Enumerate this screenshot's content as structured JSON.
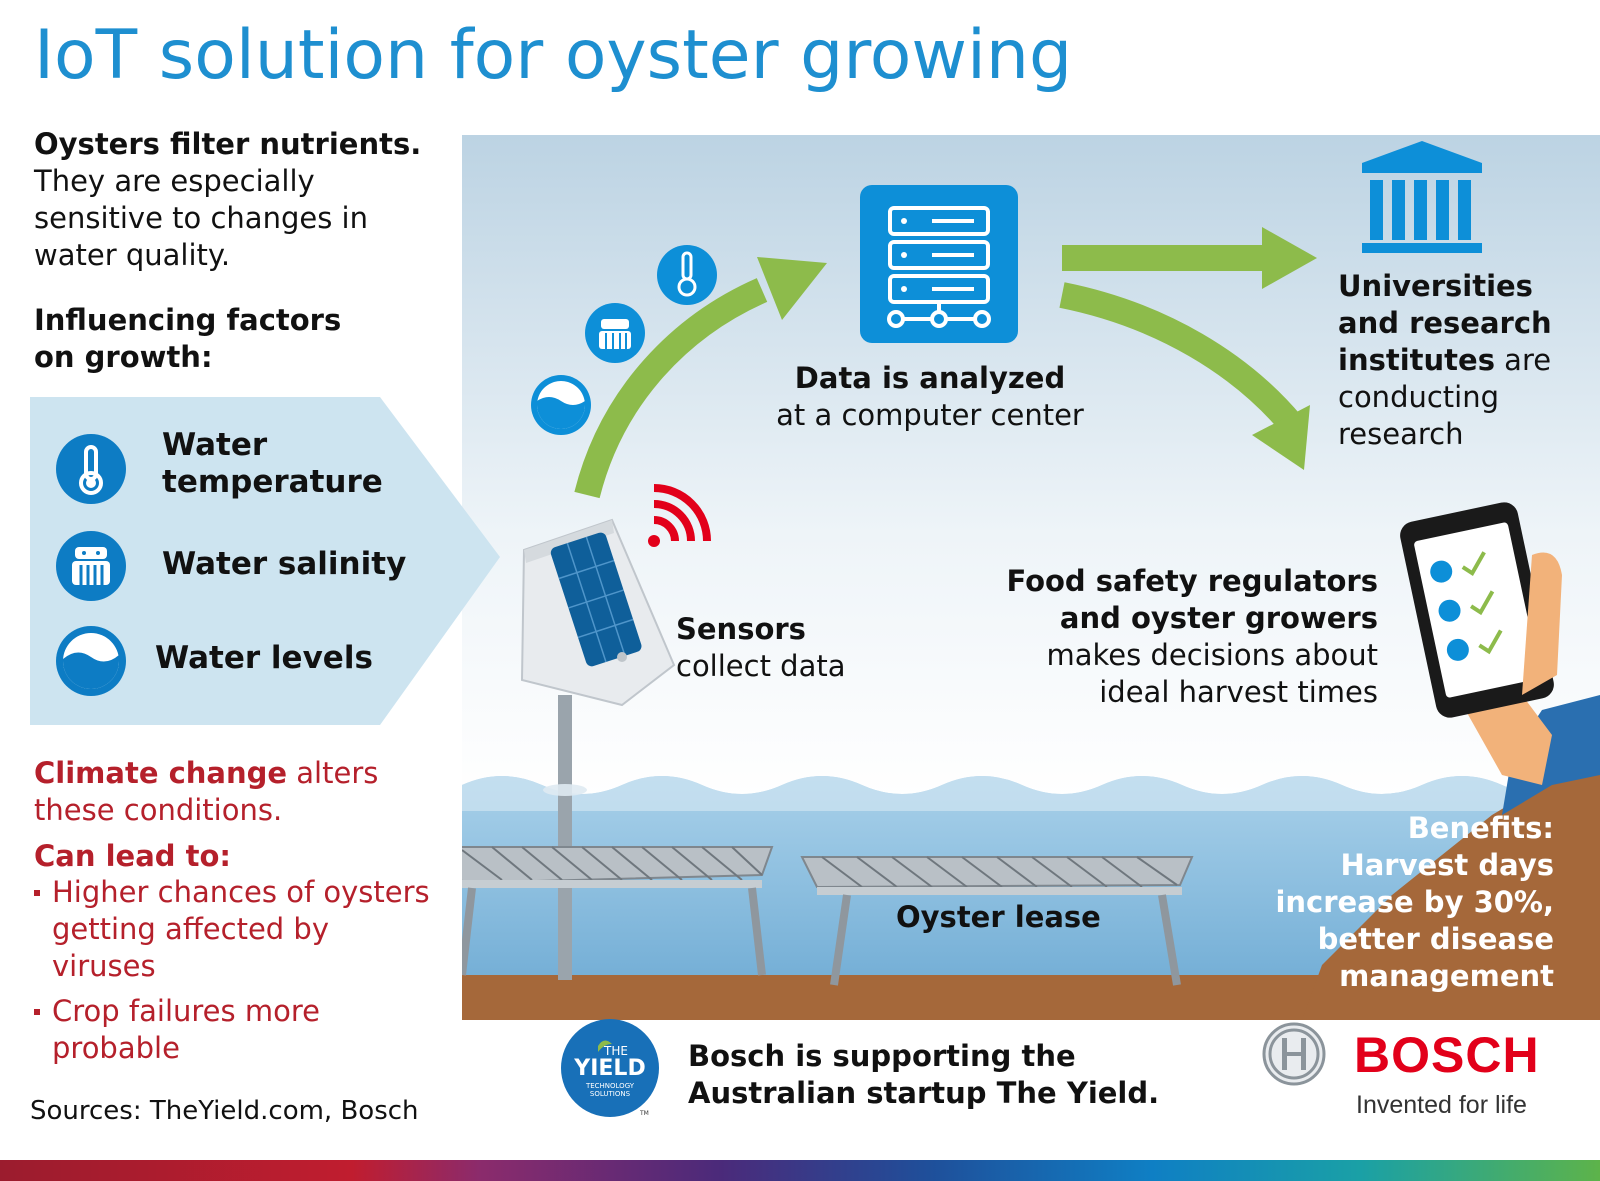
{
  "title": "IoT solution for oyster growing",
  "intro": {
    "heading": "Oysters filter nutrients.",
    "body_line1": "They are especially",
    "body_line2": "sensitive to changes in",
    "body_line3": "water quality."
  },
  "factors": {
    "heading_line1": "Influencing factors",
    "heading_line2": "on growth:",
    "items": [
      {
        "label_line1": "Water",
        "label_line2": "temperature",
        "icon": "thermometer-icon"
      },
      {
        "label_line1": "Water salinity",
        "icon": "salinity-icon"
      },
      {
        "label_line1": "Water levels",
        "icon": "water-level-icon"
      }
    ]
  },
  "climate": {
    "bold": "Climate change",
    "rest_line1": " alters",
    "line2": "these conditions.",
    "lead_heading": "Can lead to:",
    "bullets": [
      {
        "line1": "Higher chances of oysters",
        "line2": "getting affected by",
        "line3": "viruses"
      },
      {
        "line1": "Crop failures more",
        "line2": "probable"
      }
    ]
  },
  "sources": "Sources: TheYield.com, Bosch",
  "diagram": {
    "data_bold": "Data is analyzed",
    "data_rest": "at a computer center",
    "uni_line1": "Universities",
    "uni_line2": "and research",
    "uni_line3_bold": "institutes",
    "uni_line3_rest": " are",
    "uni_line4": "conducting",
    "uni_line5": "research",
    "sensors_bold": "Sensors",
    "sensors_rest": "collect data",
    "food_line1": "Food safety regulators",
    "food_line2": "and oyster growers",
    "food_line3": "makes decisions about",
    "food_line4": "ideal harvest times",
    "lease": "Oyster lease",
    "benefits_line1": "Benefits:",
    "benefits_line2": "Harvest days",
    "benefits_line3": "increase by 30%,",
    "benefits_line4": "better disease",
    "benefits_line5": "management"
  },
  "footer": {
    "support_line1": "Bosch is supporting the",
    "support_line2": "Australian startup The Yield.",
    "yield_logo_the": "THE",
    "yield_logo_name": "YIELD",
    "yield_logo_sub1": "TECHNOLOGY",
    "yield_logo_sub2": "SOLUTIONS",
    "yield_logo_tm": "TM",
    "bosch_name": "BOSCH",
    "bosch_tagline": "Invented for life"
  },
  "colors": {
    "title_blue": "#1e8fd0",
    "icon_blue": "#0d7cc4",
    "arrow_green": "#8dbb4b",
    "accent_red": "#b5202b",
    "factor_box": "#cde4f0",
    "seabed_brown": "#a5683a",
    "water_blue": "#7cb6d8",
    "signal_red": "#e2001a"
  }
}
